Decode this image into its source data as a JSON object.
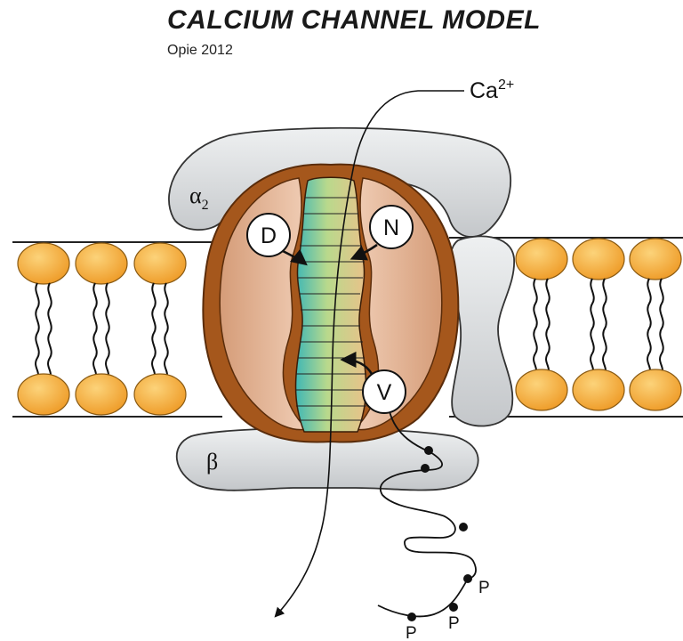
{
  "title": "CALCIUM CHANNEL MODEL",
  "subtitle": "Opie 2012",
  "labels": {
    "ion_base": "Ca",
    "ion_charge": "2+",
    "alpha2_symbol": "α",
    "alpha2_sub": "2",
    "beta": "β",
    "site_d": "D",
    "site_n": "N",
    "site_v": "V",
    "phospho_1": "P",
    "phospho_2": "P",
    "phospho_3": "P"
  },
  "colors": {
    "lipid_head": "#f3a93a",
    "channel_outer": "#a5571c",
    "channel_inner": "#e3b89a",
    "subunit_gray": "#d9dbdd",
    "pore_green": "#c9df93",
    "pore_teal": "#58c1b8",
    "pore_tan": "#e6c08a"
  }
}
